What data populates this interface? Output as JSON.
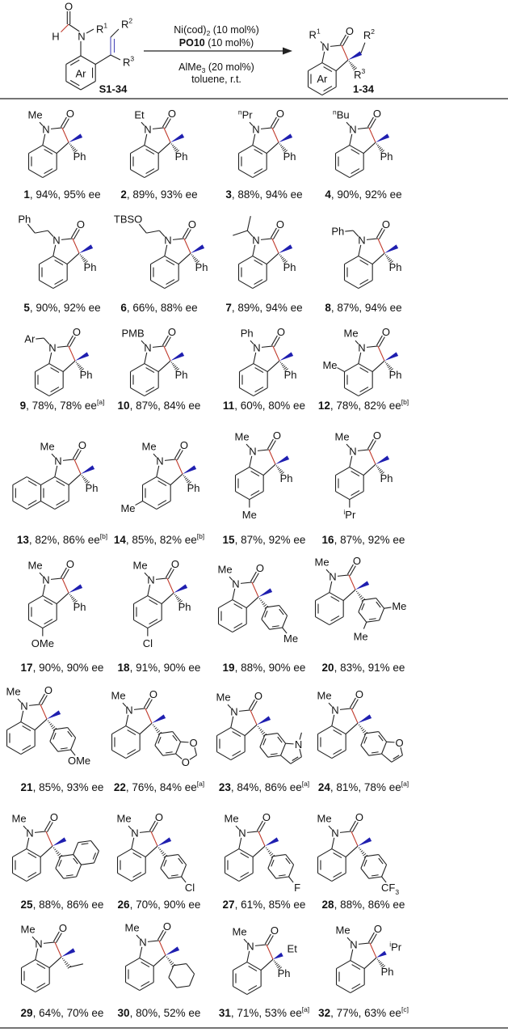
{
  "atoms": {
    "N": "N",
    "O": "O",
    "H": "H",
    "ring": "Ar"
  },
  "scheme": {
    "reactant": {
      "R1": {
        "text": "R",
        "post": "1"
      },
      "R2": {
        "text": "R",
        "post": "2"
      },
      "R3": {
        "text": "R",
        "post": "3"
      },
      "label": "S1-34"
    },
    "conditions": {
      "catalyst": "Ni(cod)",
      "catalyst_sub": "2",
      "catalyst_load": " (10 mol%)",
      "ligand": "PO10",
      "ligand_load": " (10 mol%)",
      "additive": "AlMe",
      "additive_sub": "3",
      "additive_load": " (20 mol%)",
      "solvent": "toluene, r.t."
    },
    "product": {
      "R1": {
        "text": "R",
        "post": "1"
      },
      "R2": {
        "text": "R",
        "post": "2"
      },
      "R3": {
        "text": "R",
        "post": "3"
      },
      "label": "1-34"
    }
  },
  "colors": {
    "bond": "#222222",
    "new_cc_bond": "#c0392b",
    "wedge": "#1f1fb0",
    "alkene": "#4a4ab8"
  },
  "compounds": [
    {
      "id": "1",
      "yield": "94%",
      "ee": "95% ee",
      "n_sub": {
        "text": "Me"
      },
      "c3_sub": {
        "text": "Ph"
      }
    },
    {
      "id": "2",
      "yield": "89%",
      "ee": "93% ee",
      "n_sub": {
        "text": "Et"
      },
      "c3_sub": {
        "text": "Ph"
      }
    },
    {
      "id": "3",
      "yield": "88%",
      "ee": "94% ee",
      "n_sub": {
        "pre": "n",
        "text": "Pr"
      },
      "c3_sub": {
        "text": "Ph"
      }
    },
    {
      "id": "4",
      "yield": "90%",
      "ee": "92% ee",
      "n_sub": {
        "pre": "n",
        "text": "Bu"
      },
      "c3_sub": {
        "text": "Ph"
      }
    },
    {
      "id": "5",
      "yield": "90%",
      "ee": "92% ee",
      "n_sub": {
        "text": "Ph"
      },
      "c3_sub": {
        "text": "Ph"
      }
    },
    {
      "id": "6",
      "yield": "66%",
      "ee": "88% ee",
      "n_sub": {
        "text": "TBSO"
      },
      "c3_sub": {
        "text": "Ph"
      }
    },
    {
      "id": "7",
      "yield": "89%",
      "ee": "94% ee",
      "c3_sub": {
        "text": "Ph"
      }
    },
    {
      "id": "8",
      "yield": "87%",
      "ee": "94% ee",
      "n_sub": {
        "text": "Ph"
      },
      "c3_sub": {
        "text": "Ph"
      }
    },
    {
      "id": "9",
      "yield": "78%",
      "ee": "78% ee",
      "note": "[a]",
      "n_sub": {
        "text": "Ar"
      },
      "c3_sub": {
        "text": "Ph"
      }
    },
    {
      "id": "10",
      "yield": "87%",
      "ee": "84% ee",
      "n_sub": {
        "text": "PMB"
      },
      "c3_sub": {
        "text": "Ph"
      }
    },
    {
      "id": "11",
      "yield": "60%",
      "ee": "80% ee",
      "n_sub": {
        "text": "Ph"
      },
      "c3_sub": {
        "text": "Ph"
      }
    },
    {
      "id": "12",
      "yield": "78%",
      "ee": "82% ee",
      "note": "[b]",
      "n_sub": {
        "text": "Me"
      },
      "c3_sub": {
        "text": "Ph"
      },
      "ring_sub": {
        "text": "Me",
        "position": "C7"
      }
    },
    {
      "id": "13",
      "yield": "82%",
      "ee": "86% ee",
      "note": "[b]",
      "n_sub": {
        "text": "Me"
      },
      "c3_sub": {
        "text": "Ph"
      }
    },
    {
      "id": "14",
      "yield": "85%",
      "ee": "82% ee",
      "note": "[b]",
      "n_sub": {
        "text": "Me"
      },
      "c3_sub": {
        "text": "Ph"
      },
      "ring_sub": {
        "text": "Me",
        "position": "C6"
      }
    },
    {
      "id": "15",
      "yield": "87%",
      "ee": "92% ee",
      "n_sub": {
        "text": "Me"
      },
      "c3_sub": {
        "text": "Ph"
      },
      "ring_sub": {
        "text": "Me",
        "position": "C5"
      }
    },
    {
      "id": "16",
      "yield": "87%",
      "ee": "92% ee",
      "n_sub": {
        "text": "Me"
      },
      "c3_sub": {
        "text": "Ph"
      },
      "ring_sub": {
        "pre": "i",
        "text": "Pr",
        "position": "C5"
      }
    },
    {
      "id": "17",
      "yield": "90%",
      "ee": "90% ee",
      "n_sub": {
        "text": "Me"
      },
      "c3_sub": {
        "text": "Ph"
      },
      "ring_sub": {
        "text": "OMe",
        "position": "C5"
      }
    },
    {
      "id": "18",
      "yield": "91%",
      "ee": "90% ee",
      "n_sub": {
        "text": "Me"
      },
      "c3_sub": {
        "text": "Ph"
      },
      "ring_sub": {
        "text": "Cl",
        "position": "C5"
      }
    },
    {
      "id": "19",
      "yield": "88%",
      "ee": "90% ee",
      "n_sub": {
        "text": "Me"
      },
      "aryl_subs": [
        {
          "text": "Me"
        }
      ]
    },
    {
      "id": "20",
      "yield": "83%",
      "ee": "91% ee",
      "n_sub": {
        "text": "Me"
      },
      "aryl_subs": [
        {
          "text": "Me"
        },
        {
          "text": "Me"
        }
      ]
    },
    {
      "id": "21",
      "yield": "85%",
      "ee": "93% ee",
      "n_sub": {
        "text": "Me"
      },
      "aryl_subs": [
        {
          "text": "OMe"
        }
      ]
    },
    {
      "id": "22",
      "yield": "76%",
      "ee": "84% ee",
      "note": "[a]",
      "n_sub": {
        "text": "Me"
      },
      "hetero_atoms": [
        "O",
        "O"
      ]
    },
    {
      "id": "23",
      "yield": "84%",
      "ee": "86% ee",
      "note": "[a]",
      "n_sub": {
        "text": "Me"
      },
      "hetero_atoms": [
        "N"
      ]
    },
    {
      "id": "24",
      "yield": "81%",
      "ee": "78% ee",
      "note": "[a]",
      "n_sub": {
        "text": "Me"
      },
      "hetero_atoms": [
        "O"
      ]
    },
    {
      "id": "25",
      "yield": "88%",
      "ee": "86% ee",
      "n_sub": {
        "text": "Me"
      }
    },
    {
      "id": "26",
      "yield": "70%",
      "ee": "90% ee",
      "n_sub": {
        "text": "Me"
      },
      "aryl_subs": [
        {
          "text": "Cl"
        }
      ]
    },
    {
      "id": "27",
      "yield": "61%",
      "ee": "85% ee",
      "n_sub": {
        "text": "Me"
      },
      "aryl_subs": [
        {
          "text": "F"
        }
      ]
    },
    {
      "id": "28",
      "yield": "88%",
      "ee": "86% ee",
      "n_sub": {
        "text": "Me"
      },
      "aryl_subs": [
        {
          "text": "CF",
          "sub": "3"
        }
      ]
    },
    {
      "id": "29",
      "yield": "64%",
      "ee": "70% ee",
      "n_sub": {
        "text": "Me"
      }
    },
    {
      "id": "30",
      "yield": "80%",
      "ee": "52% ee",
      "n_sub": {
        "text": "Me"
      }
    },
    {
      "id": "31",
      "yield": "71%",
      "ee": "53% ee",
      "note": "[a]",
      "n_sub": {
        "text": "Me"
      },
      "c3_sub": {
        "text": "Ph"
      },
      "wedge_sub": {
        "text": "Et"
      }
    },
    {
      "id": "32",
      "yield": "77%",
      "ee": "63% ee",
      "note": "[c]",
      "n_sub": {
        "text": "Me"
      },
      "c3_sub": {
        "text": "Ph"
      },
      "wedge_sub": {
        "pre": "i",
        "text": "Pr"
      }
    }
  ]
}
